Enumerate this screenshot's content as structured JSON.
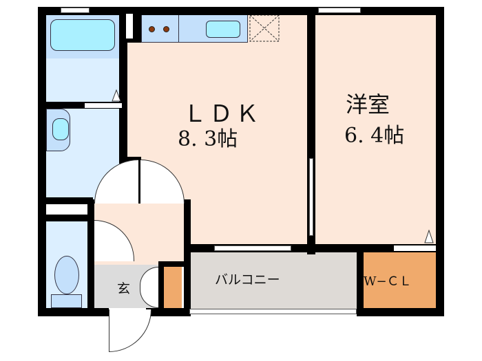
{
  "floor_plan": {
    "rooms": [
      {
        "id": "ldk",
        "name": "ＬＤＫ",
        "size": "8. 3帖"
      },
      {
        "id": "western",
        "name": "洋室",
        "size": "6. 4帖"
      },
      {
        "id": "balcony",
        "name": "バルコニー"
      },
      {
        "id": "wcl",
        "name": "W−ＣＬ"
      },
      {
        "id": "entrance",
        "name": "玄"
      }
    ],
    "fixtures": [
      "bathtub",
      "washbasin",
      "toilet",
      "kitchen-sink",
      "stove",
      "refrigerator-space",
      "shoe-box"
    ],
    "colors": {
      "wall": "#000000",
      "living": "#fde8da",
      "wet_area": "#dcefff",
      "fixture": "#aaf0ff",
      "balcony": "#dedad6",
      "entrance": "#dcdcdc",
      "closet": "#f0aa6c",
      "stove_burner": "#8b3a0f"
    }
  }
}
